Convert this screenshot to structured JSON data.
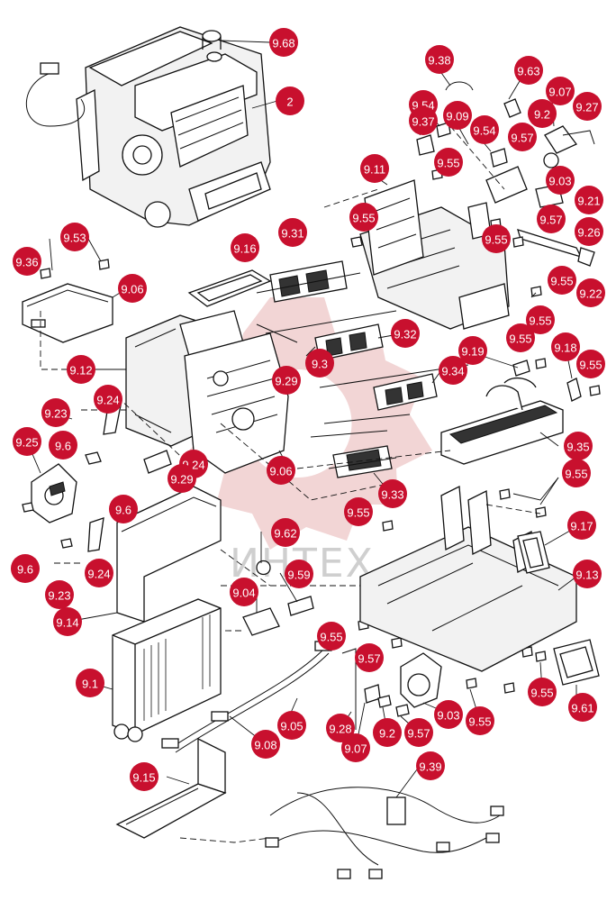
{
  "watermark": {
    "text": "ИНТЕХ"
  },
  "callouts": [
    {
      "id": "c968",
      "label": "9.68"
    },
    {
      "id": "c2",
      "label": "2"
    },
    {
      "id": "c938",
      "label": "9.38"
    },
    {
      "id": "c963",
      "label": "9.63"
    },
    {
      "id": "c907a",
      "label": "9.07"
    },
    {
      "id": "c954a",
      "label": "9.54"
    },
    {
      "id": "c937",
      "label": "9.37"
    },
    {
      "id": "c909",
      "label": "9.09"
    },
    {
      "id": "c954b",
      "label": "9.54"
    },
    {
      "id": "c957a",
      "label": "9.57"
    },
    {
      "id": "c92a",
      "label": "9.2"
    },
    {
      "id": "c927",
      "label": "9.27"
    },
    {
      "id": "c955a",
      "label": "9.55"
    },
    {
      "id": "c911",
      "label": "9.11"
    },
    {
      "id": "c903a",
      "label": "9.03"
    },
    {
      "id": "c921",
      "label": "9.21"
    },
    {
      "id": "c957b",
      "label": "9.57"
    },
    {
      "id": "c926",
      "label": "9.26"
    },
    {
      "id": "c955b",
      "label": "9.55"
    },
    {
      "id": "c955c",
      "label": "9.55"
    },
    {
      "id": "c953",
      "label": "9.53"
    },
    {
      "id": "c936",
      "label": "9.36"
    },
    {
      "id": "c916",
      "label": "9.16"
    },
    {
      "id": "c931",
      "label": "9.31"
    },
    {
      "id": "c955d",
      "label": "9.55"
    },
    {
      "id": "c922",
      "label": "9.22"
    },
    {
      "id": "c906a",
      "label": "9.06"
    },
    {
      "id": "c955e",
      "label": "9.55"
    },
    {
      "id": "c955f",
      "label": "9.55"
    },
    {
      "id": "c932",
      "label": "9.32"
    },
    {
      "id": "c918",
      "label": "9.18"
    },
    {
      "id": "c919",
      "label": "9.19"
    },
    {
      "id": "c912",
      "label": "9.12"
    },
    {
      "id": "c93",
      "label": "9.3"
    },
    {
      "id": "c955g",
      "label": "9.55"
    },
    {
      "id": "c929a",
      "label": "9.29"
    },
    {
      "id": "c934",
      "label": "9.34"
    },
    {
      "id": "c924a",
      "label": "9.24"
    },
    {
      "id": "c923a",
      "label": "9.23"
    },
    {
      "id": "c96a",
      "label": "9.6"
    },
    {
      "id": "c925",
      "label": "9.25"
    },
    {
      "id": "c935",
      "label": "9.35"
    },
    {
      "id": "c924b",
      "label": "9.24"
    },
    {
      "id": "c906b",
      "label": "9.06"
    },
    {
      "id": "c929b",
      "label": "9.29"
    },
    {
      "id": "c955h",
      "label": "9.55"
    },
    {
      "id": "c933",
      "label": "9.33"
    },
    {
      "id": "c96b",
      "label": "9.6"
    },
    {
      "id": "c955i",
      "label": "9.55"
    },
    {
      "id": "c917",
      "label": "9.17"
    },
    {
      "id": "c962",
      "label": "9.62"
    },
    {
      "id": "c96c",
      "label": "9.6"
    },
    {
      "id": "c924c",
      "label": "9.24"
    },
    {
      "id": "c959",
      "label": "9.59"
    },
    {
      "id": "c913",
      "label": "9.13"
    },
    {
      "id": "c904",
      "label": "9.04"
    },
    {
      "id": "c923b",
      "label": "9.23"
    },
    {
      "id": "c914",
      "label": "9.14"
    },
    {
      "id": "c955j",
      "label": "9.55"
    },
    {
      "id": "c957c",
      "label": "9.57"
    },
    {
      "id": "c91",
      "label": "9.1"
    },
    {
      "id": "c903b",
      "label": "9.03"
    },
    {
      "id": "c905",
      "label": "9.05"
    },
    {
      "id": "c928",
      "label": "9.28"
    },
    {
      "id": "c92b",
      "label": "9.2"
    },
    {
      "id": "c957d",
      "label": "9.57"
    },
    {
      "id": "c955k",
      "label": "9.55"
    },
    {
      "id": "c955l",
      "label": "9.55"
    },
    {
      "id": "c961",
      "label": "9.61"
    },
    {
      "id": "c908",
      "label": "9.08"
    },
    {
      "id": "c907b",
      "label": "9.07"
    },
    {
      "id": "c915",
      "label": "9.15"
    },
    {
      "id": "c939",
      "label": "9.39"
    }
  ]
}
